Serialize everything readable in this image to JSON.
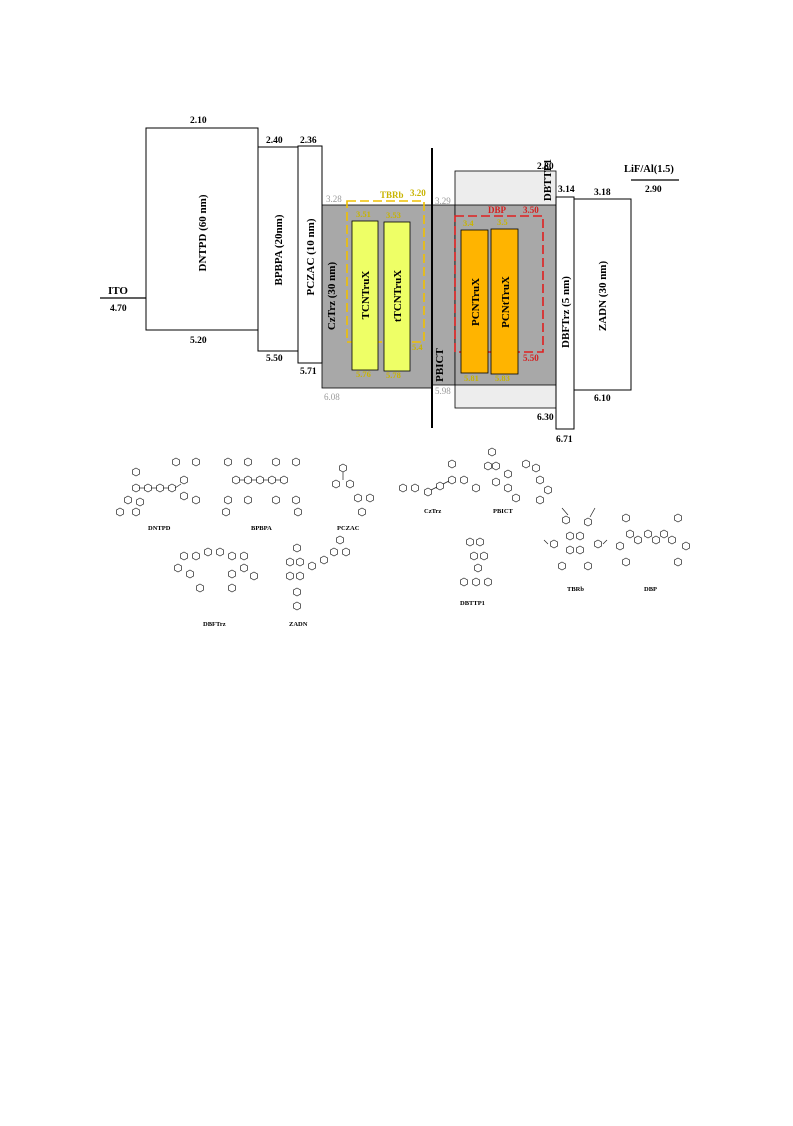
{
  "diagram": {
    "ito": {
      "name": "ITO",
      "work_function": "4.70"
    },
    "cathode": {
      "name": "LiF/Al(1.5)",
      "work_function": "2.90"
    },
    "layers": [
      {
        "id": "dntpd",
        "name": "DNTPD (60 nm)",
        "lumo": "2.10",
        "homo": "5.20",
        "fill": "#ffffff"
      },
      {
        "id": "bpbpa",
        "name": "BPBPA (20nm)",
        "lumo": "2.40",
        "homo": "5.50",
        "fill": "#ffffff"
      },
      {
        "id": "pczac",
        "name": "PCZAC (10 nm)",
        "lumo": "2.36",
        "homo": "5.71",
        "fill": "#ffffff"
      },
      {
        "id": "cztrz",
        "name": "CzTrz (30 nm)",
        "lumo": "3.28",
        "homo": "6.08",
        "fill": "#a8a8a8"
      },
      {
        "id": "pbict",
        "name": "PBICT",
        "lumo": "3.29",
        "homo": "5.98",
        "fill": "#a8a8a8"
      },
      {
        "id": "dbttp1",
        "name": "DBTTP1",
        "lumo": "2.80",
        "homo": "6.30",
        "fill": "#ededed"
      },
      {
        "id": "dbftrz",
        "name": "DBFTrz (5 nm)",
        "lumo": "3.14",
        "homo": "6.71",
        "fill": "#ffffff"
      },
      {
        "id": "zadn",
        "name": "ZADN (30 nm)",
        "lumo": "3.18",
        "homo": "6.10",
        "fill": "#ffffff"
      }
    ],
    "emitters": [
      {
        "name": "TCNTruX",
        "lumo": "3.51",
        "homo": "5.76",
        "fill": "#eeff66"
      },
      {
        "name": "tTCNTruX",
        "lumo": "3.53",
        "homo": "5.78",
        "fill": "#eeff66"
      },
      {
        "name": "PCNTruX",
        "lumo": "3.4",
        "homo": "5.81",
        "fill": "#ffb400"
      },
      {
        "name": "PCNtTruX",
        "lumo": "3.5",
        "homo": "5.83",
        "fill": "#ffb400"
      }
    ],
    "dopants": [
      {
        "name": "TBRb",
        "lumo": "3.20",
        "homo": "5.4",
        "color": "#f0c000"
      },
      {
        "name": "DBP",
        "lumo": "3.50",
        "homo": "5.50",
        "color": "#e02020"
      }
    ]
  },
  "molecules": [
    {
      "id": "dntpd",
      "label": "DNTPD"
    },
    {
      "id": "bpbpa",
      "label": "BPBPA"
    },
    {
      "id": "pczac",
      "label": "PCZAC"
    },
    {
      "id": "cztrz",
      "label": "CzTrz"
    },
    {
      "id": "pbict",
      "label": "PBICT"
    },
    {
      "id": "dbftrz",
      "label": "DBFTrz"
    },
    {
      "id": "zadn",
      "label": "ZADN"
    },
    {
      "id": "dbttp1",
      "label": "DBTTP1"
    },
    {
      "id": "tbrb",
      "label": "TBRb"
    },
    {
      "id": "dbp",
      "label": "DBP"
    }
  ]
}
